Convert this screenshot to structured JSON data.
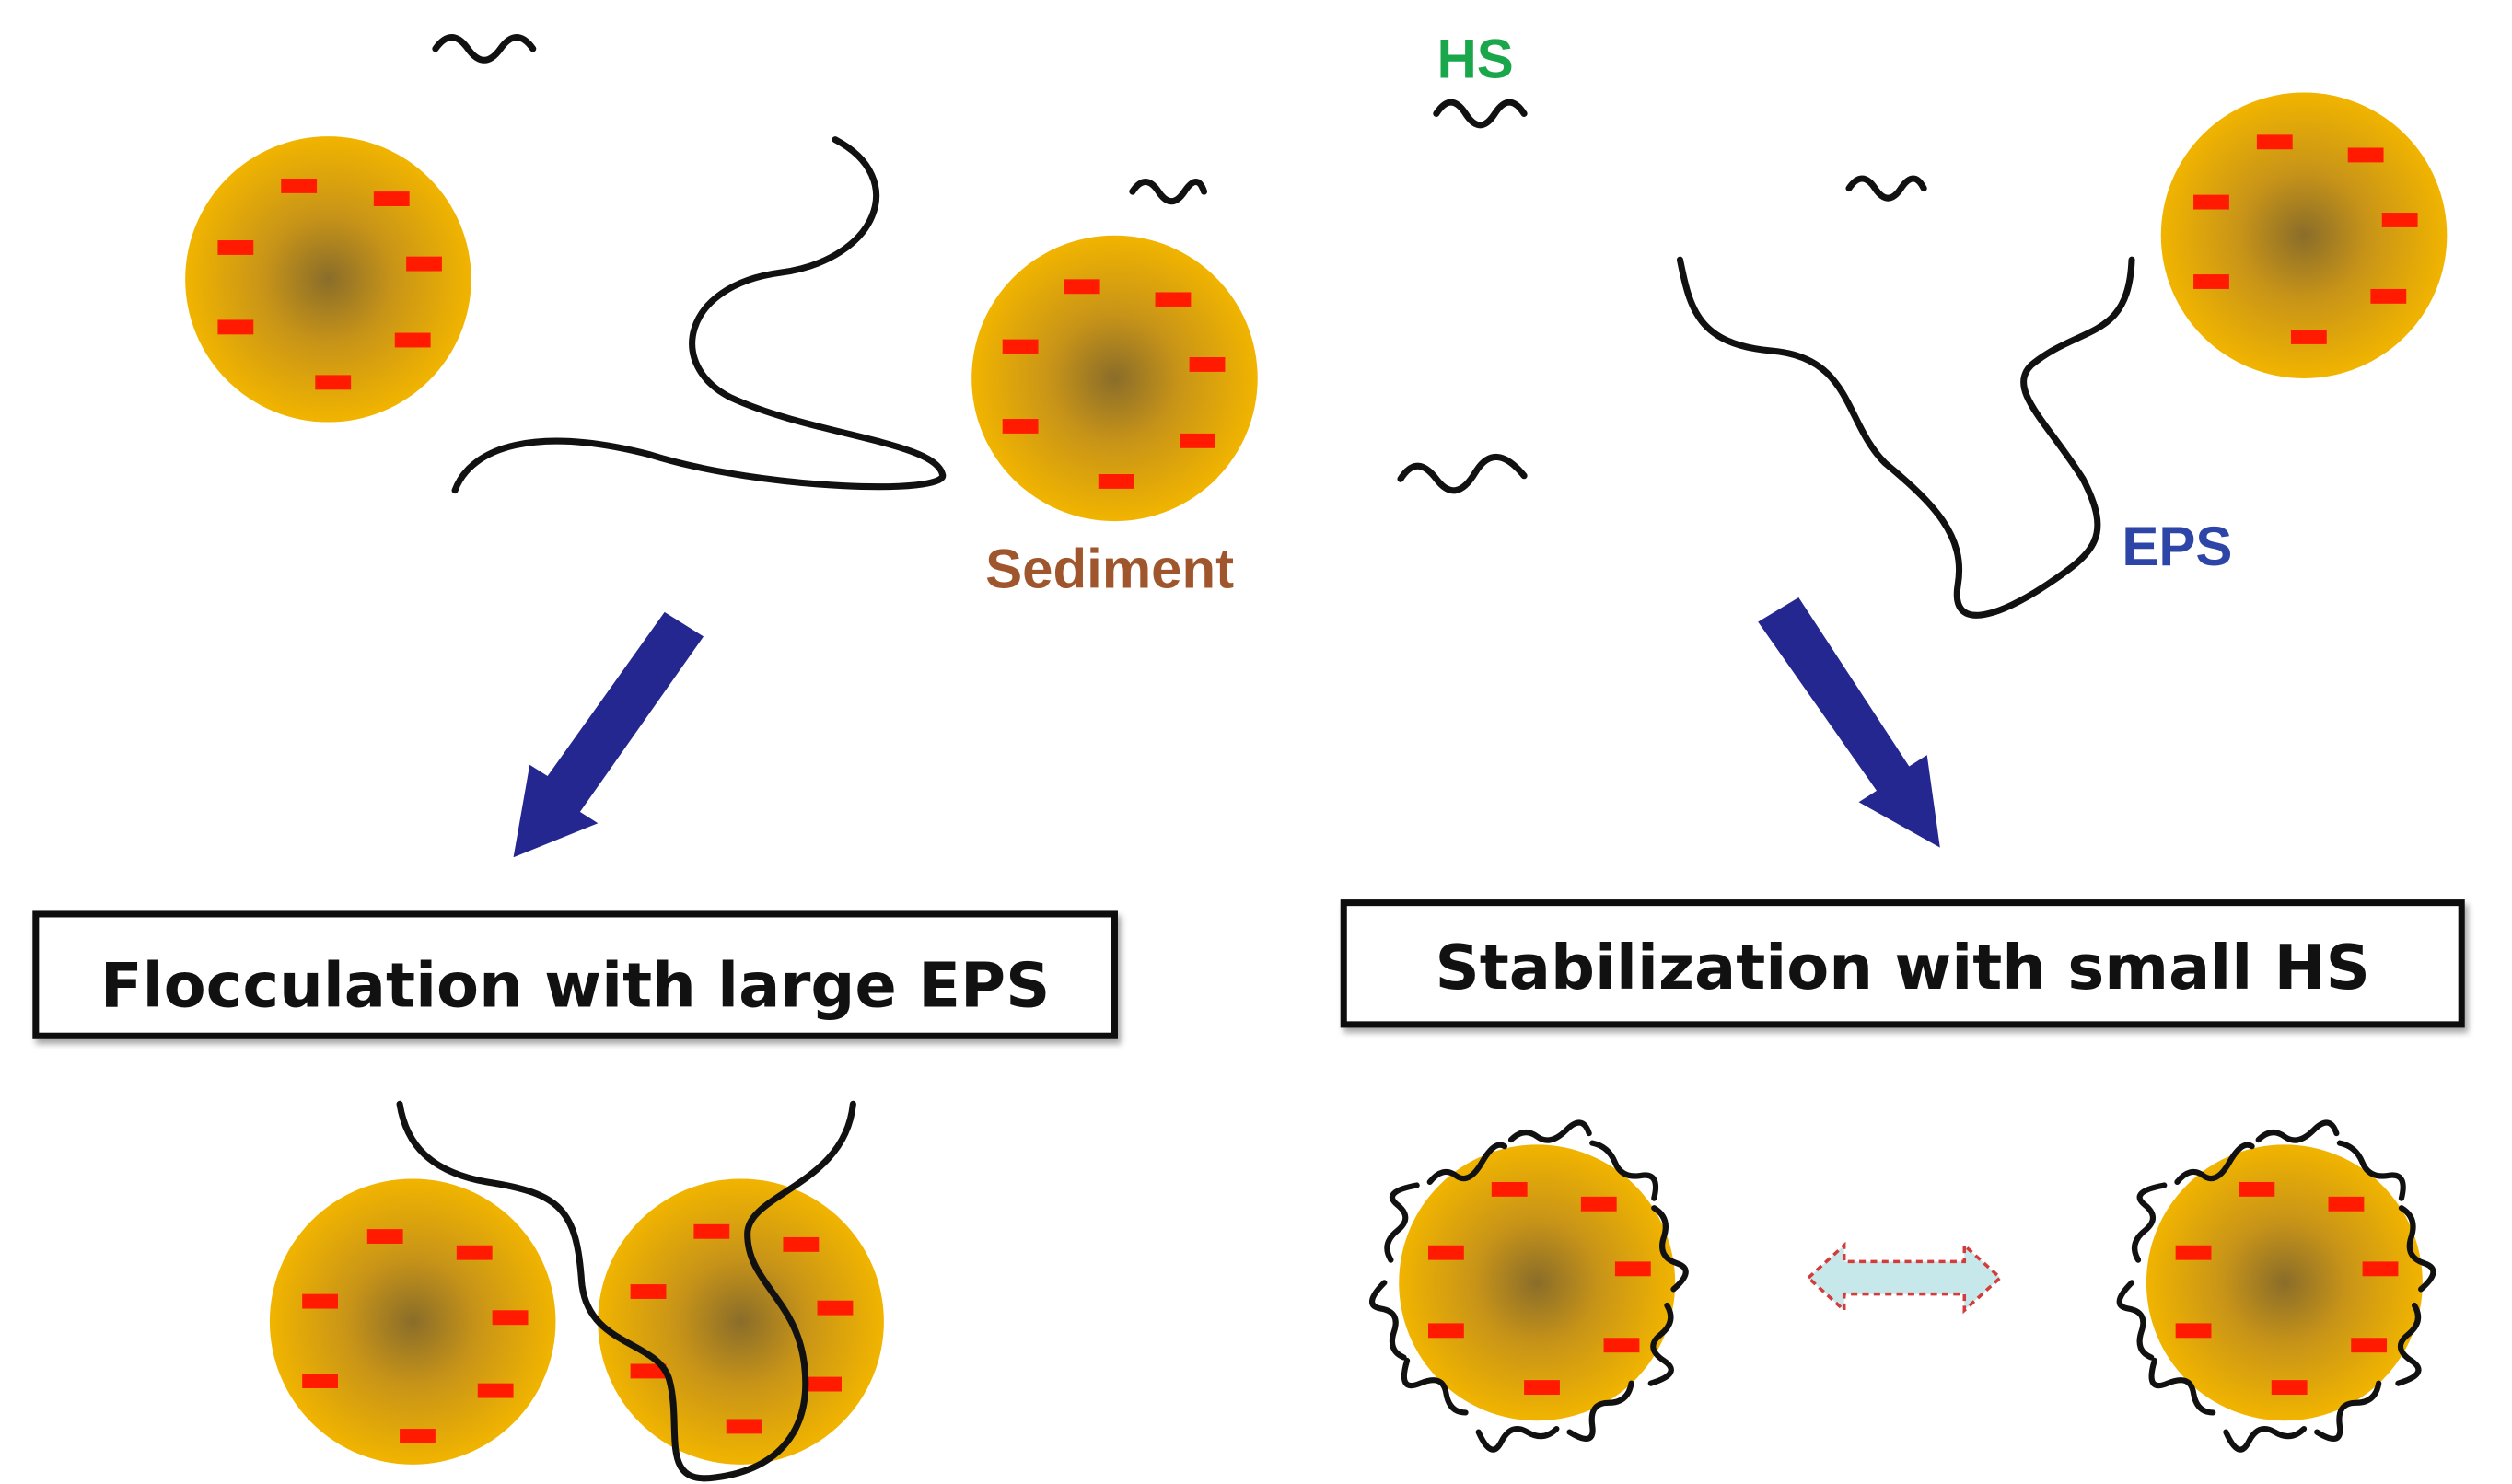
{
  "labels": {
    "hs": "HS",
    "sediment": "Sediment",
    "eps": "EPS"
  },
  "boxes": {
    "flocculation": "Flocculation with large EPS",
    "stabilization": "Stabilization with small HS"
  },
  "colors": {
    "hs": "#1aa64a",
    "sediment": "#a0562c",
    "eps": "#2e45a8",
    "particle_outer": "#f1b400",
    "particle_core": "#8a6d2a",
    "charge": "#ff1a00",
    "arrow": "#23278f",
    "double_arrow_fill": "#c7e8ea",
    "double_arrow_stroke": "#d43b3b"
  },
  "icons": {
    "arrow_left": "arrow-down-left-icon",
    "arrow_right": "arrow-down-right-icon",
    "double_arrow": "double-arrow-icon"
  }
}
